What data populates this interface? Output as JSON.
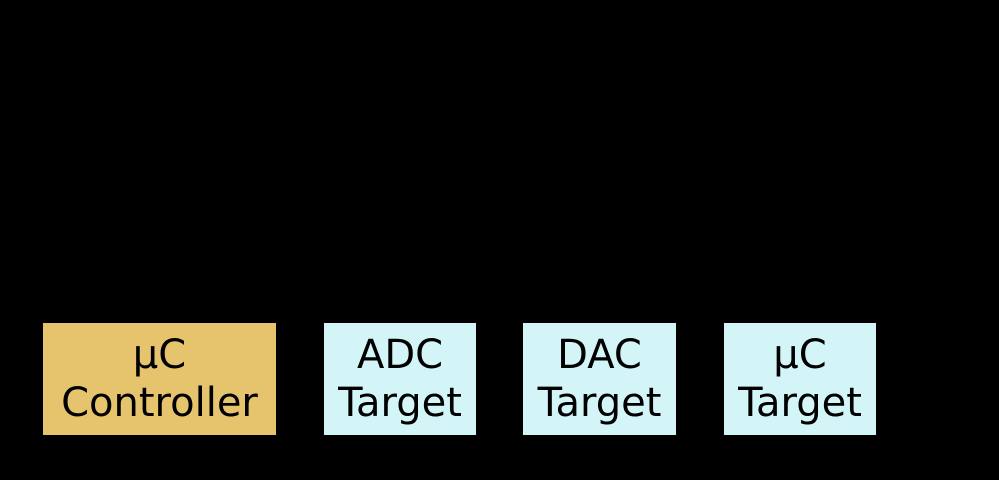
{
  "colors": {
    "background": "#000000",
    "controller_fill": "#e6c46e",
    "target_fill": "#d3f5f7",
    "text": "#000000"
  },
  "nodes": [
    {
      "kind": "controller",
      "line1": "μC",
      "line2": "Controller",
      "fill": "#e6c46e"
    },
    {
      "kind": "adc-target",
      "line1": "ADC",
      "line2": "Target",
      "fill": "#d3f5f7"
    },
    {
      "kind": "dac-target",
      "line1": "DAC",
      "line2": "Target",
      "fill": "#d3f5f7"
    },
    {
      "kind": "uc-target",
      "line1": "μC",
      "line2": "Target",
      "fill": "#d3f5f7"
    }
  ]
}
